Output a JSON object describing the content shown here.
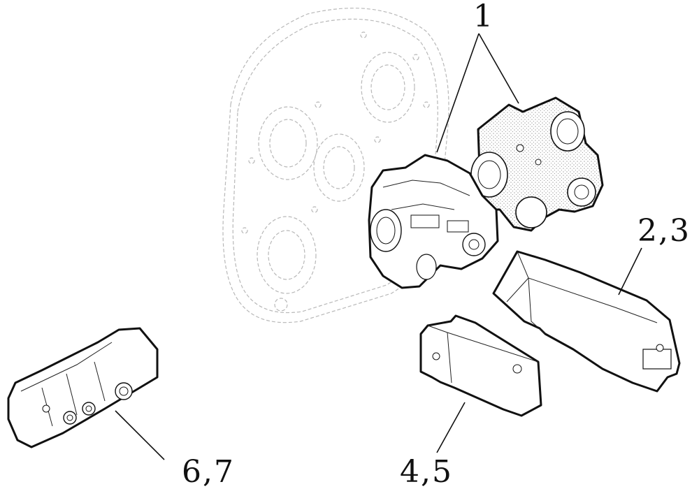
{
  "callouts": {
    "pump_assembly": "1",
    "bracket_upper": "2,3",
    "bracket_lower": "4,5",
    "gear_pump": "6,7"
  }
}
